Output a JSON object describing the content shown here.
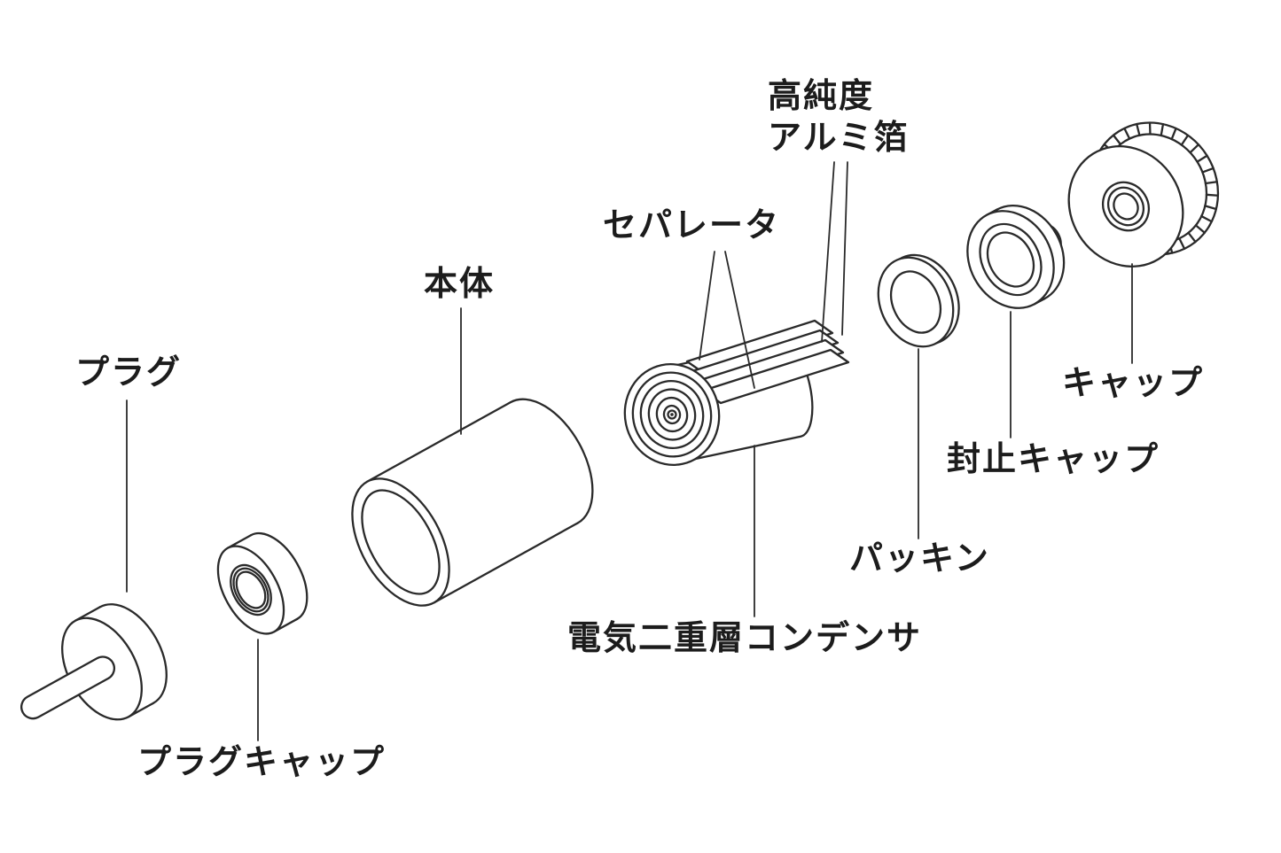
{
  "diagram": {
    "labels": {
      "plug": "プラグ",
      "plug_cap": "プラグキャップ",
      "body": "本体",
      "separator": "セパレータ",
      "foil": "高純度\nアルミ箔",
      "capacitor": "電気二重層コンデンサ",
      "packing": "パッキン",
      "seal_cap": "封止キャップ",
      "cap": "キャップ"
    }
  },
  "colors": {
    "background": "#ffffff",
    "line": "#2a2a2a",
    "text": "#1c1c1c"
  }
}
